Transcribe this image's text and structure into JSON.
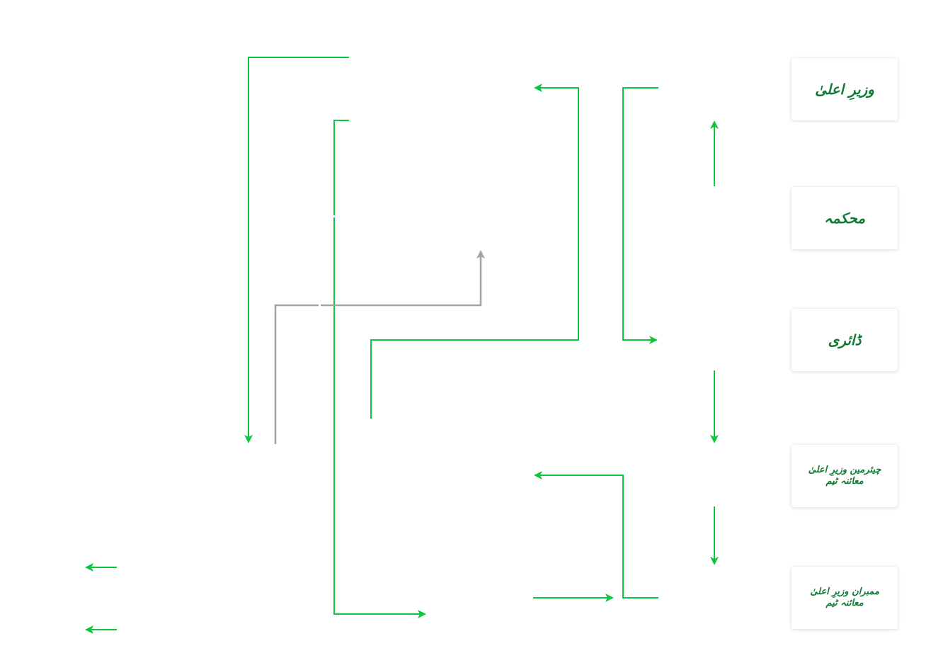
{
  "diagram": {
    "title": "",
    "colors": {
      "connector_primary": "#0cc63f",
      "connector_secondary": "#a3a3a3",
      "node_text": "#0f7a34",
      "node_background": "#ffffff"
    },
    "nodes": [
      {
        "id": "chief-minister",
        "lines": [
          "وزیرِ اعلیٰ"
        ]
      },
      {
        "id": "department",
        "lines": [
          "محکمہ"
        ]
      },
      {
        "id": "diary",
        "lines": [
          "ڈائری"
        ]
      },
      {
        "id": "chairman-inspection-team",
        "lines": [
          "چیئرمین وزیرِ اعلیٰ",
          "معائنہ ٹیم"
        ]
      },
      {
        "id": "members-inspection-team",
        "lines": [
          "ممبران وزیرِ اعلیٰ",
          "معائنہ ٹیم"
        ]
      }
    ],
    "connectors": [
      {
        "id": "c1",
        "color": "primary",
        "arrow": "end",
        "direction": "down-left"
      },
      {
        "id": "c2",
        "color": "primary",
        "arrow": "end",
        "direction": "down-right"
      },
      {
        "id": "c3",
        "color": "secondary",
        "arrow": "end",
        "direction": "up-right"
      },
      {
        "id": "c4",
        "color": "primary",
        "arrow": "end",
        "direction": "up-left"
      },
      {
        "id": "c5",
        "color": "primary",
        "arrow": "end",
        "direction": "down-right"
      },
      {
        "id": "c6",
        "color": "primary",
        "arrow": "end",
        "direction": "up"
      },
      {
        "id": "c7",
        "color": "primary",
        "arrow": "end",
        "direction": "down"
      },
      {
        "id": "c8",
        "color": "primary",
        "arrow": "end",
        "direction": "down"
      },
      {
        "id": "c9",
        "color": "primary",
        "arrow": "end",
        "direction": "up-left"
      },
      {
        "id": "c10",
        "color": "primary",
        "arrow": "end",
        "direction": "right"
      },
      {
        "id": "c11",
        "color": "primary",
        "arrow": "end",
        "direction": "left"
      },
      {
        "id": "c12",
        "color": "primary",
        "arrow": "end",
        "direction": "left"
      }
    ]
  }
}
